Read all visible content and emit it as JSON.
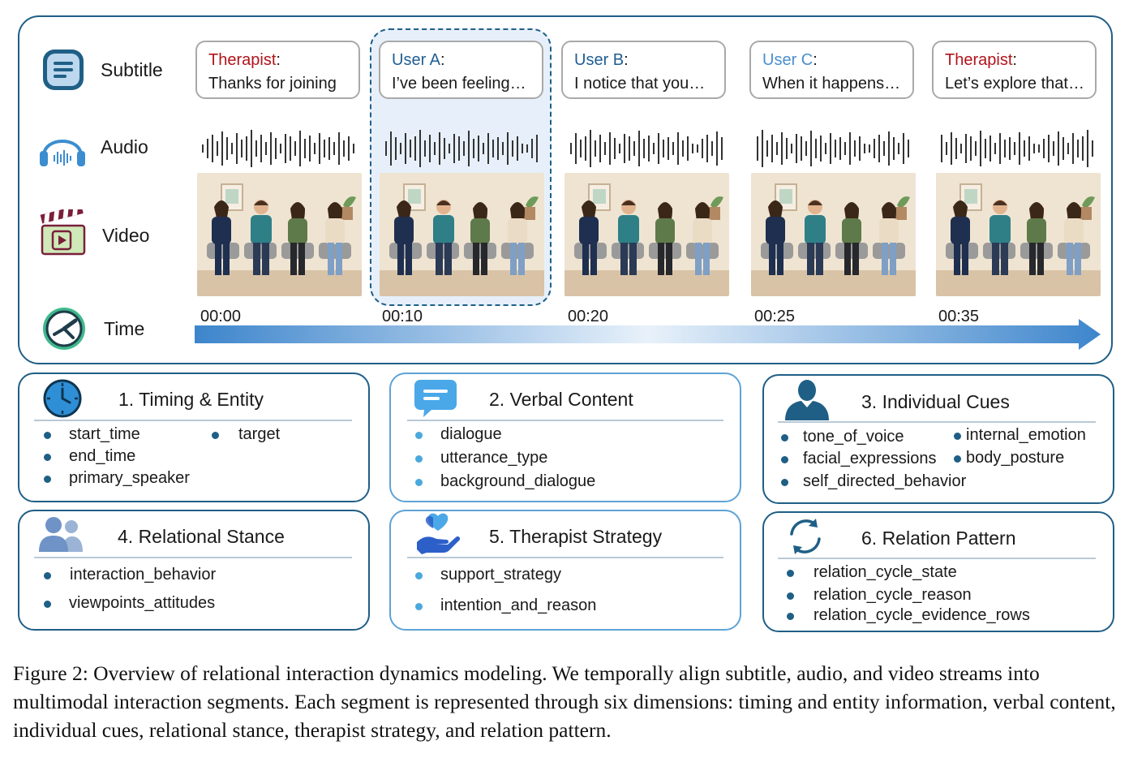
{
  "rows": {
    "subtitle": "Subtitle",
    "audio": "Audio",
    "video": "Video",
    "time": "Time"
  },
  "segments": [
    {
      "speaker": "Therapist",
      "text": "Thanks for joining",
      "time": "00:00"
    },
    {
      "speaker": "User A",
      "text": "I’ve been feeling…",
      "time": "00:10"
    },
    {
      "speaker": "User B",
      "text": "I notice that you…",
      "time": "00:20"
    },
    {
      "speaker": "User C",
      "text": "When it happens…",
      "time": "00:25"
    },
    {
      "speaker": "Therapist",
      "text": "Let’s explore that…",
      "time": "00:35"
    }
  ],
  "colon": ":",
  "cards": [
    {
      "title": "1. Timing & Entity",
      "fields": [
        "start_time",
        "end_time",
        "primary_speaker",
        "target"
      ]
    },
    {
      "title": "2. Verbal Content",
      "fields": [
        "dialogue",
        "utterance_type",
        "background_dialogue"
      ]
    },
    {
      "title": "3. Individual Cues",
      "fields": [
        "tone_of_voice",
        "facial_expressions",
        "self_directed_behavior",
        "internal_emotion",
        "body_posture"
      ]
    },
    {
      "title": "4. Relational Stance",
      "fields": [
        "interaction_behavior",
        "viewpoints_attitudes"
      ]
    },
    {
      "title": "5. Therapist Strategy",
      "fields": [
        "support_strategy",
        "intention_and_reason"
      ]
    },
    {
      "title": "6. Relation Pattern",
      "fields": [
        "relation_cycle_state",
        "relation_cycle_reason",
        "relation_cycle_evidence_rows"
      ]
    }
  ],
  "caption": "Figure 2: Overview of relational interaction dynamics modeling. We temporally align subtitle, audio, and video streams into multimodal interaction segments. Each segment is represented through six dimensions: timing and entity information, verbal content, individual cues, relational stance, therapist strategy, and relation pattern.",
  "colors": {
    "frame": "#1f5f86",
    "therapist": "#b0141b",
    "user_a": "#1f5e94",
    "user_b": "#1f5e94",
    "user_c": "#4b8fcf",
    "highlight": "#e7f0fa",
    "arrow_start": "#3d85cc",
    "arrow_mid": "#e8f1fa"
  },
  "icons": [
    "subtitle-icon",
    "headphones-icon",
    "clapperboard-icon",
    "clock-icon",
    "alarm-clock-icon",
    "chat-bubble-icon",
    "person-icon",
    "people-icon",
    "heart-hand-icon",
    "cycle-arrows-icon",
    "waveform-icon"
  ]
}
